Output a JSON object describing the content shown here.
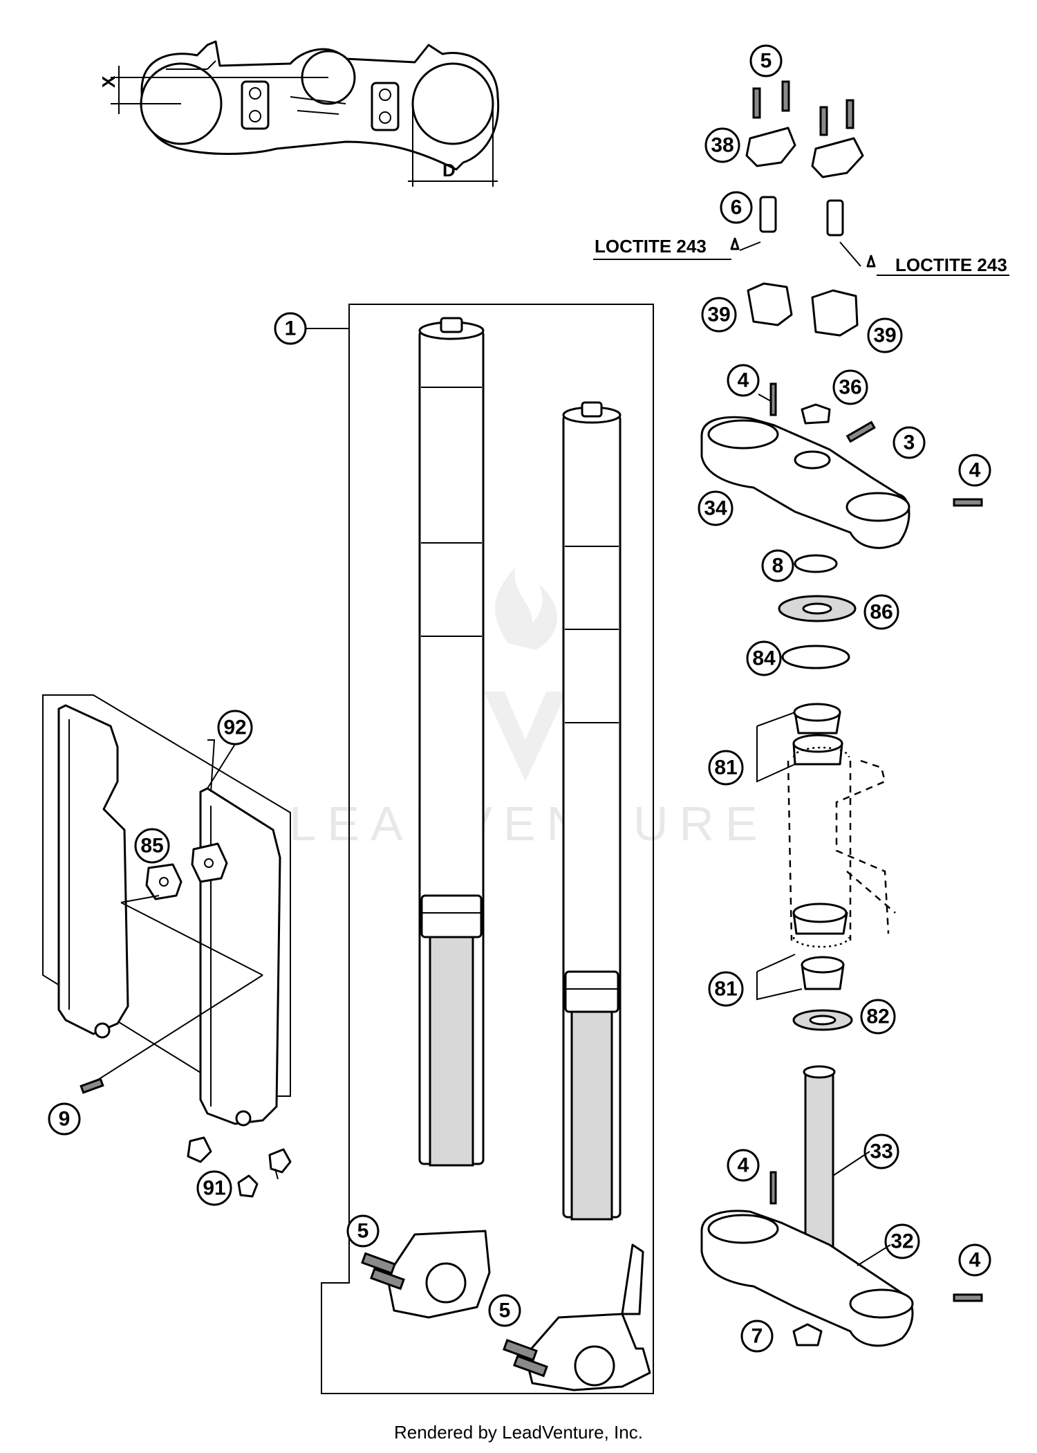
{
  "callouts": {
    "c1": "1",
    "c3": "3",
    "c4a": "4",
    "c4b": "4",
    "c4c": "4",
    "c4d": "4",
    "c5a": "5",
    "c5b": "5",
    "c5c": "5",
    "c6": "6",
    "c7": "7",
    "c8": "8",
    "c9": "9",
    "c32": "32",
    "c33": "33",
    "c34": "34",
    "c36": "36",
    "c38": "38",
    "c39a": "39",
    "c39b": "39",
    "c81a": "81",
    "c81b": "81",
    "c82": "82",
    "c84": "84",
    "c85": "85",
    "c86": "86",
    "c91": "91",
    "c92": "92"
  },
  "loctite_left": "LOCTITE 243",
  "loctite_right": "LOCTITE 243",
  "dim_x": "X",
  "dim_d": "D",
  "watermark": "LEADVENTURE",
  "credit": "Rendered by LeadVenture, Inc."
}
